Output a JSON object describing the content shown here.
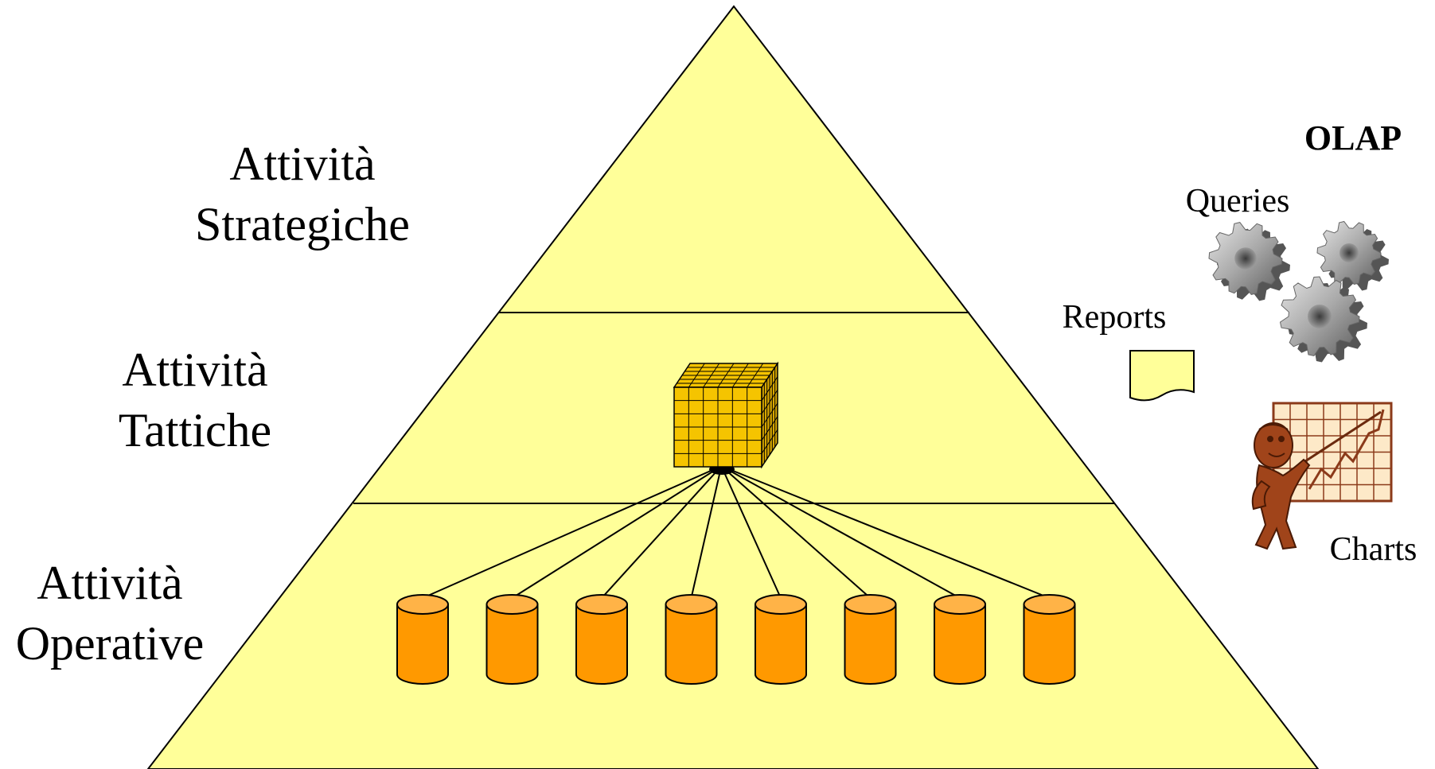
{
  "levels": {
    "strategic": [
      "Attività",
      "Strategiche"
    ],
    "tactical": [
      "Attività",
      "Tattiche"
    ],
    "operative": [
      "Attività",
      "Operative"
    ]
  },
  "tools": {
    "title": "OLAP",
    "queries": "Queries",
    "reports": "Reports",
    "charts": "Charts"
  },
  "icons": {
    "cube": "data-cube-icon",
    "databases": "database-cylinder-icon",
    "gears": "gears-icon",
    "report": "report-document-icon",
    "chart": "presenter-chart-icon"
  },
  "database_count": 8,
  "colors": {
    "pyramid_fill": "#ffff99",
    "cube_fill": "#f5c400",
    "database_fill": "#ff9900",
    "database_top": "#ffb347",
    "report_fill": "#ffff99",
    "chart_fill": "#fde9c8",
    "chart_lines": "#8b3a1a",
    "gear_fill": "#a9a9a9"
  }
}
